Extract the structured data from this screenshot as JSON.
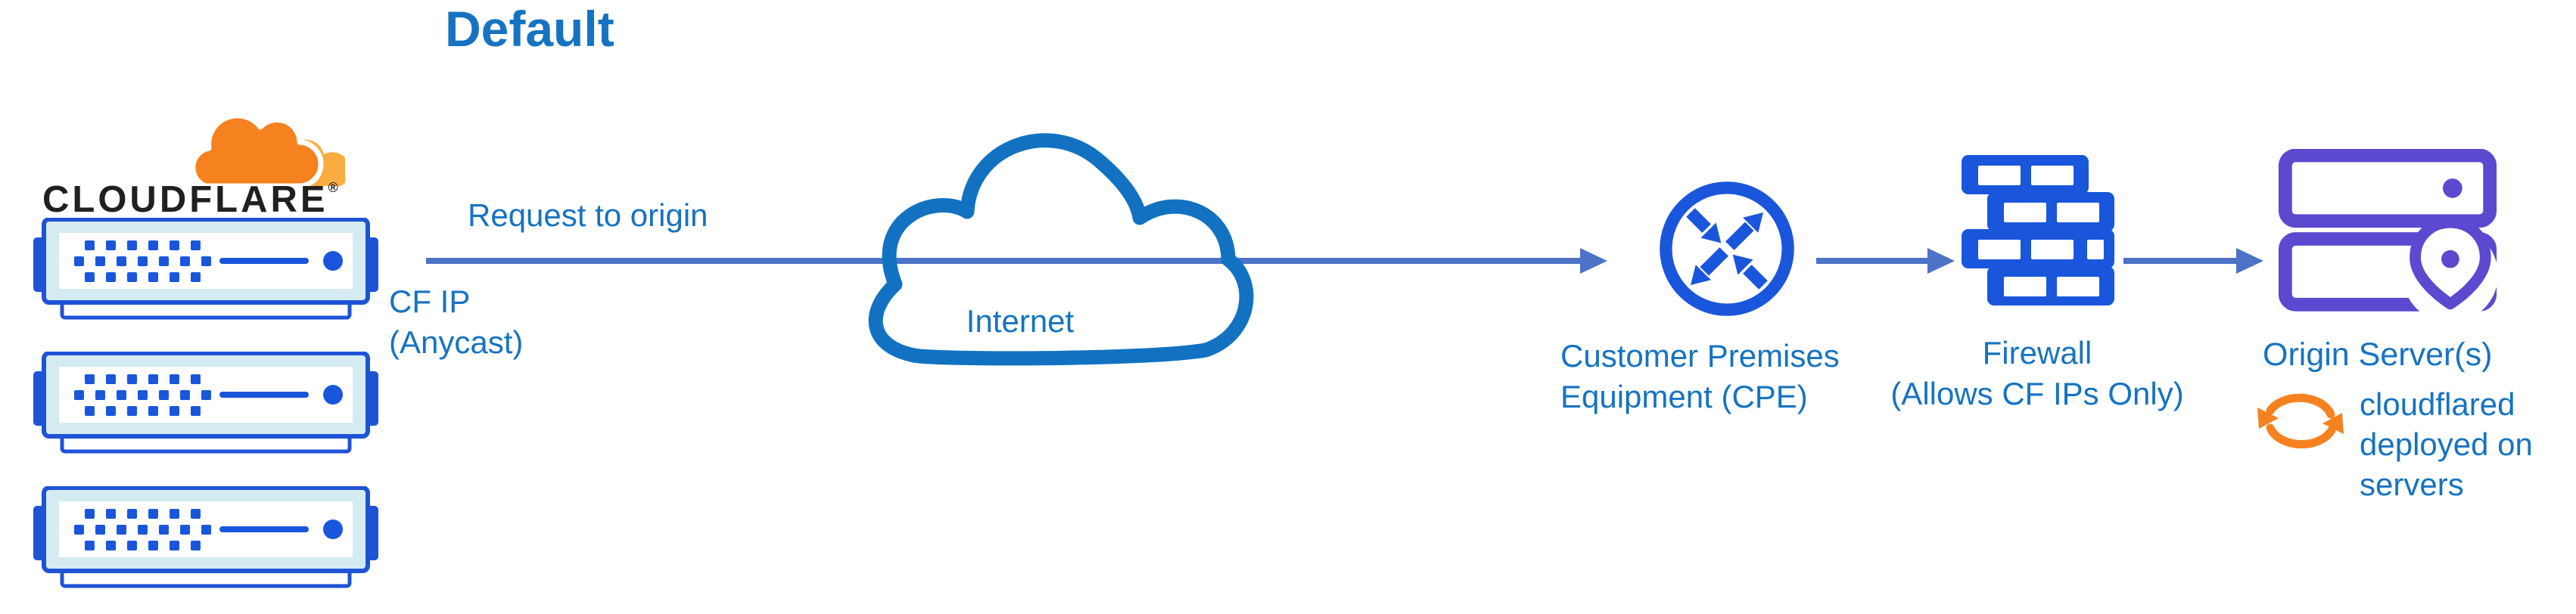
{
  "title": "Default",
  "logo": {
    "wordmark": "CLOUDFLARE",
    "registered": "®"
  },
  "edge_network": {
    "arrow_label": "Request to origin",
    "ip_label_line1": "CF IP",
    "ip_label_line2": "(Anycast)",
    "server_count": 3
  },
  "internet": {
    "label": "Internet"
  },
  "cpe": {
    "label_line1": "Customer Premises",
    "label_line2": "Equipment (CPE)"
  },
  "firewall": {
    "label_line1": "Firewall",
    "label_line2": "(Allows CF IPs Only)"
  },
  "origin": {
    "label": "Origin Server(s)",
    "note_line1": "cloudflared",
    "note_line2": "deployed on",
    "note_line3": "servers"
  },
  "icons": {
    "cloudflare-logo-cloud": "orange two-tone cloud",
    "edge-server": "blue rack server with vent dots and LED",
    "internet-cloud": "blue outline cloud",
    "cpe-router": "circle with four diagonal arrows",
    "firewall": "blue brick wall",
    "origin-servers": "purple stacked servers with location pin",
    "cloudflared-sync": "orange circular arrows",
    "flow-arrow": "right-pointing connector arrow"
  },
  "colors": {
    "text_blue": "#1673C1",
    "connector_blue": "#4C73C6",
    "icon_blue": "#1A56DB",
    "server_outline_blue": "#1F53D6",
    "server_light_cyan": "#D4EBF2",
    "origin_purple": "#5B49CF",
    "cloudflare_orange": "#F6821F",
    "cloudflare_light_orange": "#FBAD41",
    "wordmark_dark": "#221F1F"
  }
}
